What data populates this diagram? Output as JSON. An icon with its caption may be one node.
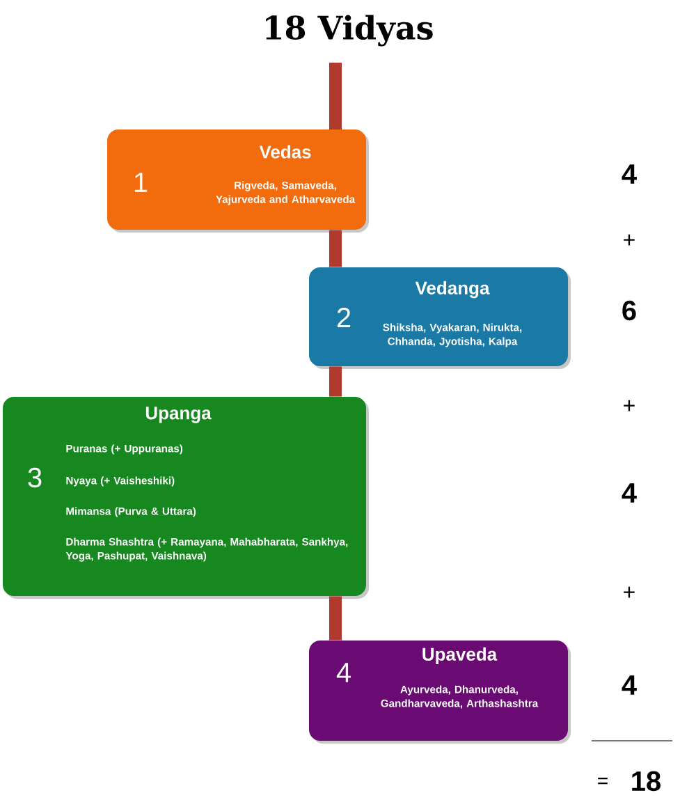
{
  "diagram": {
    "title": "18 Vidyas",
    "nodes": [
      {
        "text": [
          "1",
          "Vedas",
          "Rigveda, Samaveda, Yajurveda and Atharvaveda"
        ]
      },
      {
        "text": [
          "2",
          "Vedanga",
          "Shiksha, Vyakaran, Nirukta, Chhanda, Jyotisha, Kalpa"
        ]
      },
      {
        "text": [
          "3",
          "Upanga",
          "Puranas (+ Uppuranas)",
          "Nyaya (+ Vaisheshiki)",
          "Mimansa (Purva & Uttara)",
          "Dharma Shashtra (+ Ramayana, Mahabharata, Sankhya, Yoga, Pashupat, Vaishnava)"
        ]
      },
      {
        "text": [
          "4",
          "Upaveda",
          "Ayurveda, Dhanurveda, Gandharvaveda, Arthashashtra"
        ]
      }
    ],
    "edges": [
      {
        "from": 0,
        "to": 1,
        "arrow": "none"
      },
      {
        "from": 1,
        "to": 2,
        "arrow": "none"
      },
      {
        "from": 2,
        "to": 3,
        "arrow": "none"
      }
    ],
    "labels": [
      "4",
      "+",
      "6",
      "+",
      "4",
      "+",
      "4",
      "=",
      "18"
    ]
  }
}
